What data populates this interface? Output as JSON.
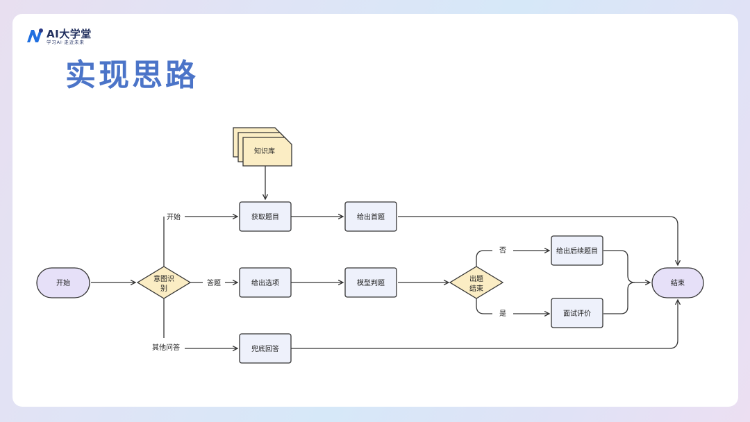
{
  "logo": {
    "main": "AI大学堂",
    "sub": "学习AI·走近未来",
    "colors": {
      "primary": "#1f6fe0",
      "secondary": "#2b3a86"
    }
  },
  "title": "实现思路",
  "nodes": {
    "kb": "知识库",
    "start": "开始",
    "intent_line1": "意图识",
    "intent_line2": "别",
    "get_question": "获取题目",
    "first_question": "给出首题",
    "give_options": "给出选项",
    "model_judge": "模型判题",
    "finish_line1": "出题",
    "finish_line2": "结束",
    "next_question": "给出后续题目",
    "interview_eval": "面试评价",
    "fallback": "兜底回答",
    "end": "结束"
  },
  "edges": {
    "start": "开始",
    "answer": "答题",
    "other": "其他问答",
    "no": "否",
    "yes": "是"
  },
  "colors": {
    "process_fill": "#eef1fb",
    "terminal_fill": "#e6e0f8",
    "decision_fill": "#fbedc4",
    "document_fill": "#fbedc4",
    "stroke": "#333333",
    "title": "#4b74c8"
  }
}
